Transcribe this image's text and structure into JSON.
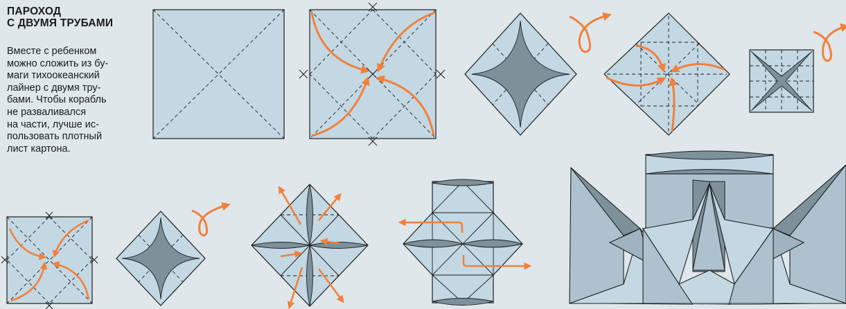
{
  "title_lines": [
    "ПАРОХОД",
    "С ДВУМЯ ТРУБАМИ"
  ],
  "body_lines": [
    "Вместе с ребенком",
    "можно сложить из бу-",
    "маги тихоокеанский",
    "лайнер с двумя тру-",
    "бами. Чтобы корабль",
    "не разваливался",
    "на части, лучше ис-",
    "пользовать плотный",
    "лист картона."
  ],
  "colors": {
    "background": "#dfe7ea",
    "paper": "#c3d8e3",
    "paper_shade": "#acc2cf",
    "paper_dark": "#7d919b",
    "line": "#1e1e1e",
    "arrow": "#f2803a"
  }
}
